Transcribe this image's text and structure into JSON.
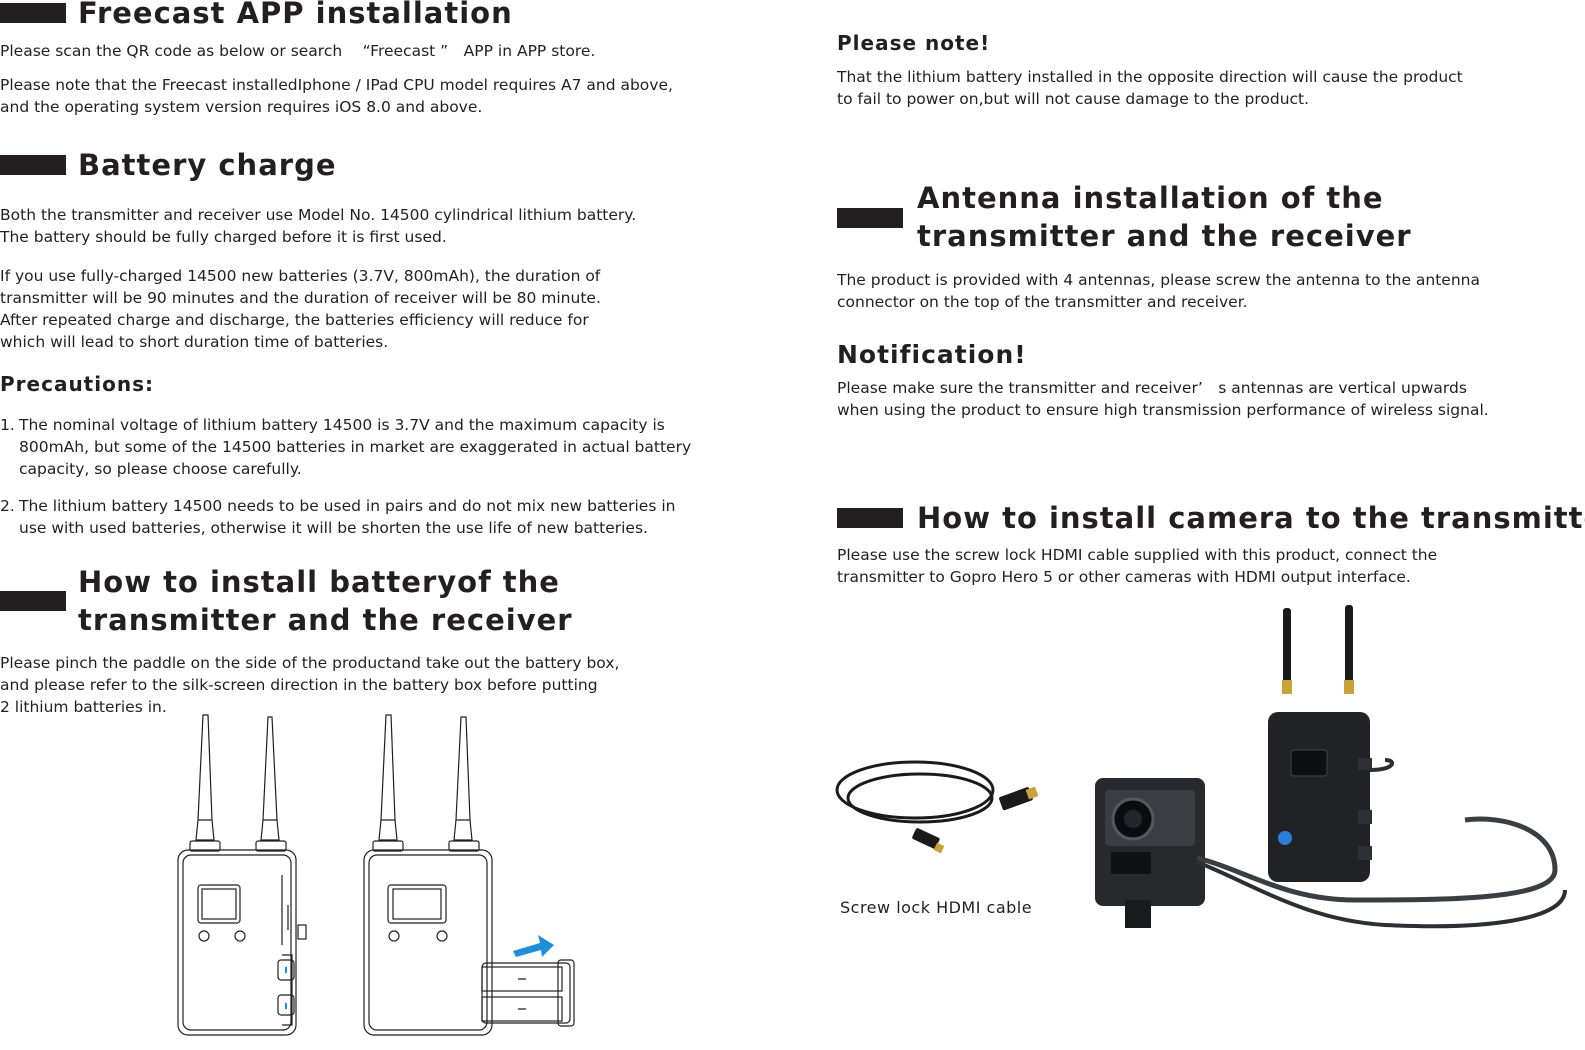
{
  "left": {
    "app": {
      "title": "Freecast APP installation",
      "line1": "Please scan the QR code as below or search 　“Freecast ”　APP in APP store.",
      "line2": "Please note that the Freecast installedIphone / IPad CPU model requires A7 and above,",
      "line3": "and the operating system version requires iOS 8.0 and above."
    },
    "battery": {
      "title": "Battery charge",
      "p1": [
        "Both the transmitter and receiver use Model No. 14500 cylindrical lithium battery.",
        "The battery should be fully charged before it is first used."
      ],
      "p2": [
        "If you use fully-charged 14500 new batteries (3.7V, 800mAh), the duration of",
        "transmitter will be 90 minutes and the duration of receiver will be 80 minute.",
        "After repeated charge and discharge, the batteries efficiency will reduce for",
        "which will lead to short duration time of batteries."
      ]
    },
    "precautions": {
      "title": "Precautions:",
      "items": [
        {
          "num": "1.",
          "lines": [
            "The nominal voltage of lithium battery 14500 is 3.7V and the maximum capacity is",
            "800mAh, but some of the 14500 batteries in market are exaggerated in actual battery",
            "capacity, so please choose carefully."
          ]
        },
        {
          "num": "2.",
          "lines": [
            "The lithium battery 14500 needs to be used in pairs and do not mix new batteries in",
            "use with used batteries, otherwise it will be shorten the use life of new batteries."
          ]
        }
      ]
    },
    "install_battery": {
      "title_line1": "How to install batteryof the",
      "title_line2": "transmitter and the receiver",
      "lines": [
        "Please pinch the paddle on the side of the productand take out the battery box,",
        "and please refer to the silk-screen direction in the battery box before putting",
        "2 lithium batteries in."
      ]
    }
  },
  "right": {
    "note": {
      "title": "Please note!",
      "lines": [
        "That the lithium battery installed in the opposite direction will cause the product",
        "to fail to power on,but will not cause damage to the product."
      ]
    },
    "antenna": {
      "title_line1": "Antenna installation of the",
      "title_line2": "transmitter and the receiver",
      "lines": [
        "The product is provided with 4 antennas, please screw the antenna to the antenna",
        "connector on the top of the transmitter and receiver."
      ]
    },
    "notification": {
      "title": "Notification!",
      "lines": [
        "Please make sure the transmitter and receiver’　s antennas are vertical upwards",
        "when using the product to ensure high transmission performance of wireless signal."
      ]
    },
    "camera": {
      "title": "How to install camera to the transmitter",
      "lines": [
        "Please use the screw lock HDMI cable supplied with this product, connect the",
        "transmitter to Gopro Hero 5 or other cameras with HDMI output interface."
      ],
      "cable_caption": "Screw lock HDMI cable"
    }
  },
  "colors": {
    "heading_bar": "#231f20",
    "text": "#231f20",
    "arrow": "#1e8fd6"
  }
}
